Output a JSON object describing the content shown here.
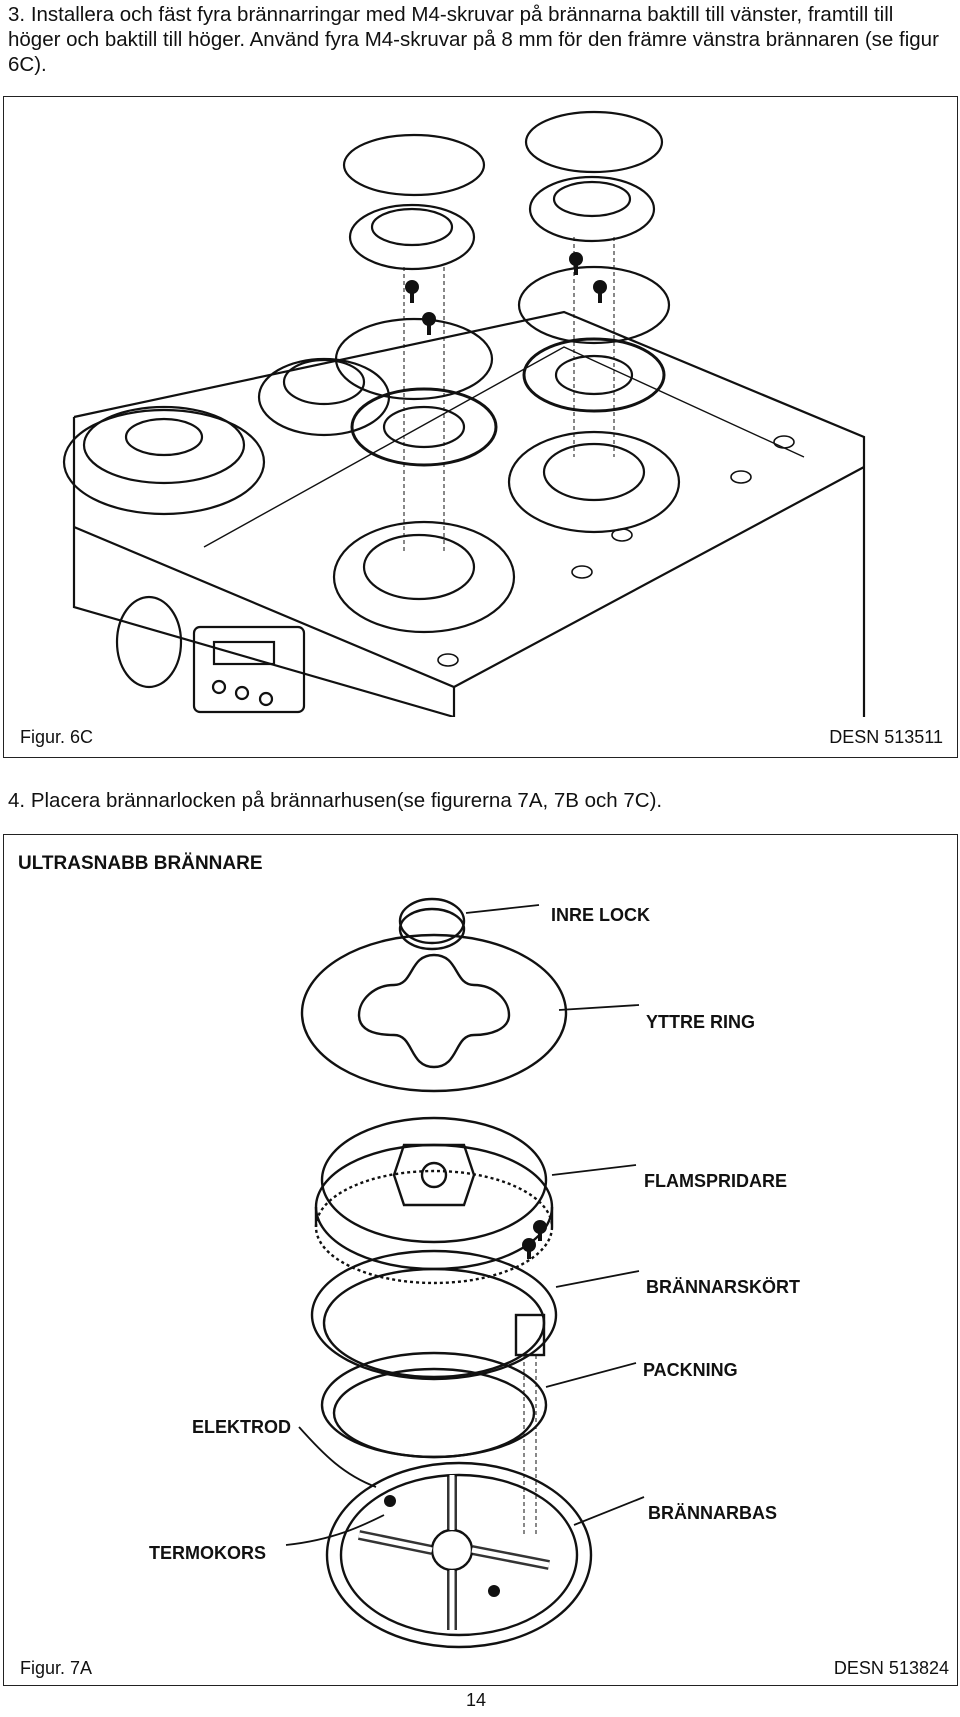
{
  "step3": {
    "number": "3.",
    "text": "Installera och fäst fyra brännarringar med M4-skruvar på brännarna baktill till vänster, framtill till höger och baktill till höger. Använd fyra M4-skruvar på 8 mm för den främre vänstra brännaren (se figur 6C)."
  },
  "figure6c": {
    "caption": "Figur. 6C",
    "code": "DESN 513511"
  },
  "step4": {
    "number": "4.",
    "text": "Placera brännarlocken på brännarhusen(se figurerna 7A, 7B och 7C)."
  },
  "figure7a": {
    "title": "ULTRASNABB BRÄNNARE",
    "labels": {
      "inner_cap": "INRE LOCK",
      "outer_ring": "YTTRE RING",
      "flame_spreader": "FLAMSPRIDARE",
      "burner_skirt": "BRÄNNARSKÖRT",
      "gasket": "PACKNING",
      "electrode": "ELEKTROD",
      "burner_base": "BRÄNNARBAS",
      "thermocouple": "TERMOKORS"
    },
    "caption": "Figur. 7A",
    "code": "DESN 513824"
  },
  "page_number": "14"
}
